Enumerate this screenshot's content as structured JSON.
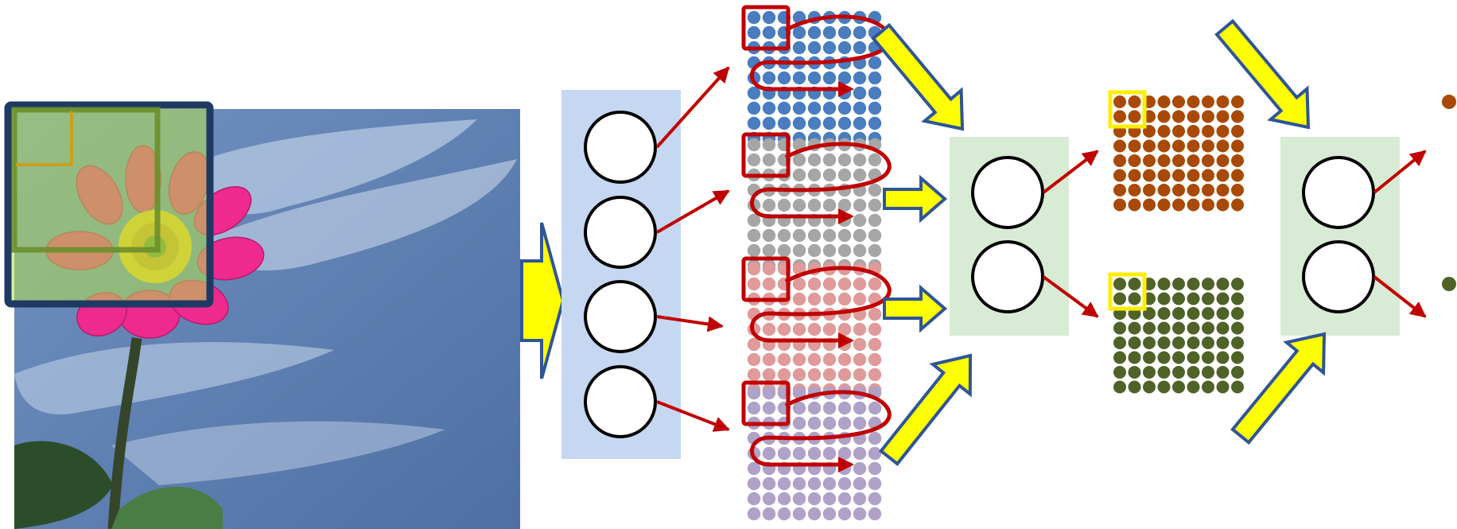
{
  "colors": {
    "background": "#ffffff",
    "sky": "#5b7cae",
    "sky_light": "#8ea8cf",
    "petal": "#ee2a8e",
    "petal_dark": "#c81c74",
    "flower_center": "#f2c21b",
    "stem": "#35452a",
    "leaf": "#3d6b3a",
    "window_fill": "#b4e14f",
    "window_border": "#1e3a63",
    "input_panel": "#c6d7f2",
    "hidden_panel": "#d8ebd4",
    "neuron_fill": "#ffffff",
    "neuron_stroke": "#000000",
    "connection_arrow": "#c00000",
    "scan_path": "#c00000",
    "flow_arrow_fill": "#ffff00",
    "flow_arrow_stroke": "#2f5597",
    "pool_window": "#ffee00",
    "map_blue": "#4a7cc0",
    "map_gray": "#a6a6a6",
    "map_pink": "#e09a9a",
    "map_purple": "#b0a1c9",
    "map_brown": "#a84a05",
    "map_olive": "#4f6228",
    "bullet_brown": "#a84a05",
    "bullet_olive": "#4f6228"
  },
  "icons": {
    "input_image": "flower-photo",
    "neuron": "circle-node",
    "feature_map": "dot-grid",
    "flow_arrow": "block-arrow",
    "connection": "thin-arrow",
    "bullet": "dot-bullet"
  },
  "structure": {
    "input_neurons": 4,
    "feature_maps": [
      "blue",
      "gray",
      "pink",
      "purple"
    ],
    "feature_map_grid": [
      9,
      9
    ],
    "hidden_neurons": 2,
    "pooled_maps": [
      "brown",
      "olive"
    ],
    "pooled_map_grid": [
      9,
      8
    ],
    "output_neurons": 2,
    "bullets": 2
  }
}
